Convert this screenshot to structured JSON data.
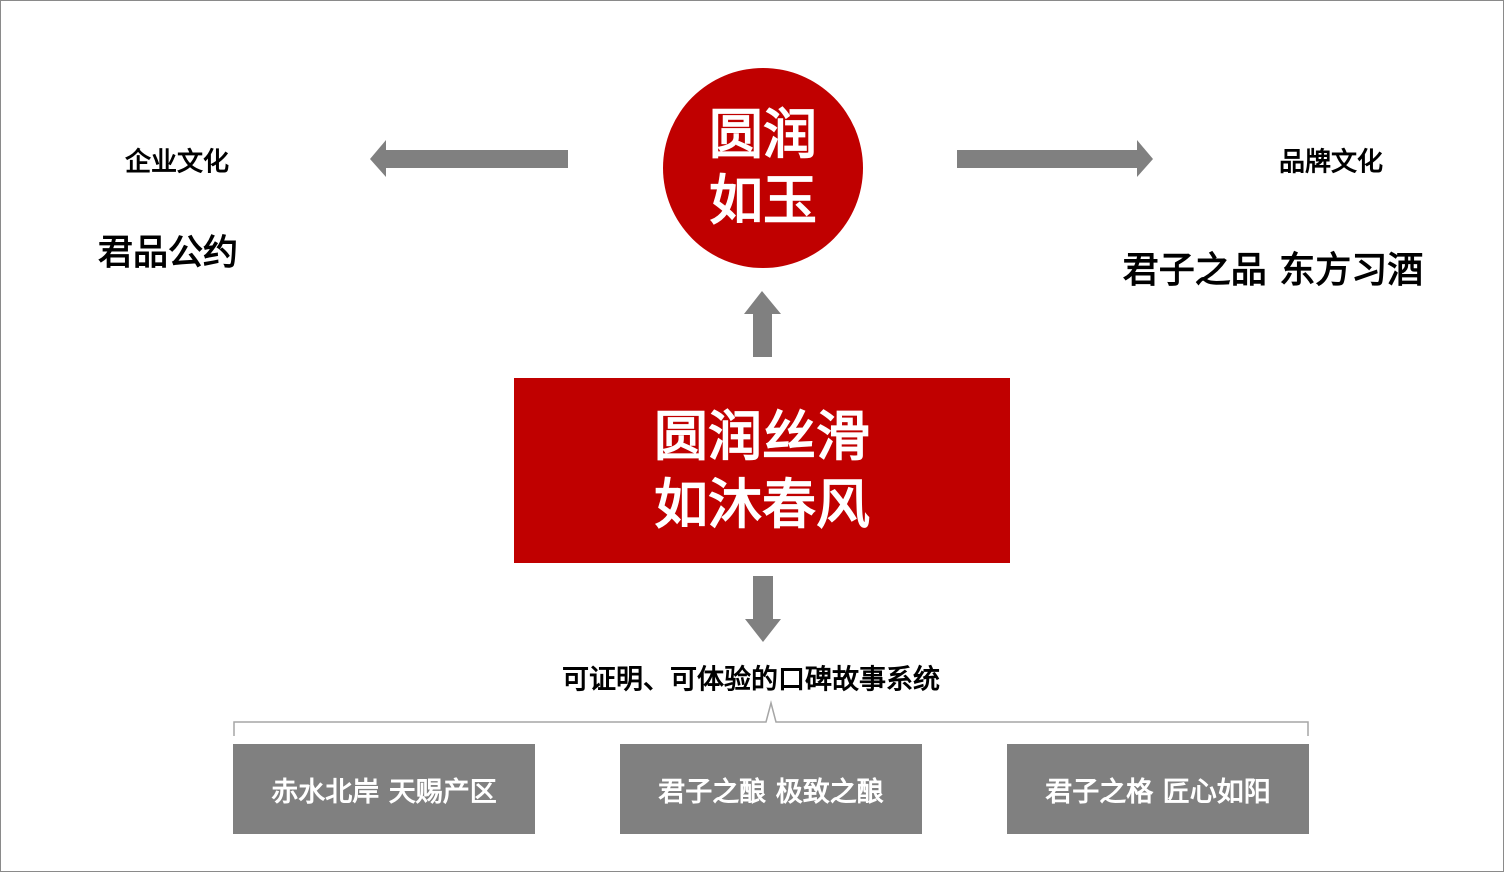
{
  "center_circle": {
    "line1": "圆润",
    "line2": "如玉"
  },
  "core_box": {
    "line1": "圆润丝滑",
    "line2": "如沐春风"
  },
  "left": {
    "heading": "企业文化",
    "value": "君品公约"
  },
  "right": {
    "heading": "品牌文化",
    "value": "君子之品 东方习酒"
  },
  "story_system": {
    "title": "可证明、可体验的口碑故事系统"
  },
  "pillars": [
    {
      "label": "赤水北岸 天赐产区"
    },
    {
      "label": "君子之酿 极致之酿"
    },
    {
      "label": "君子之格 匠心如阳"
    }
  ],
  "colors": {
    "accent": "#C00000",
    "arrow": "#808080",
    "box": "#808080"
  }
}
